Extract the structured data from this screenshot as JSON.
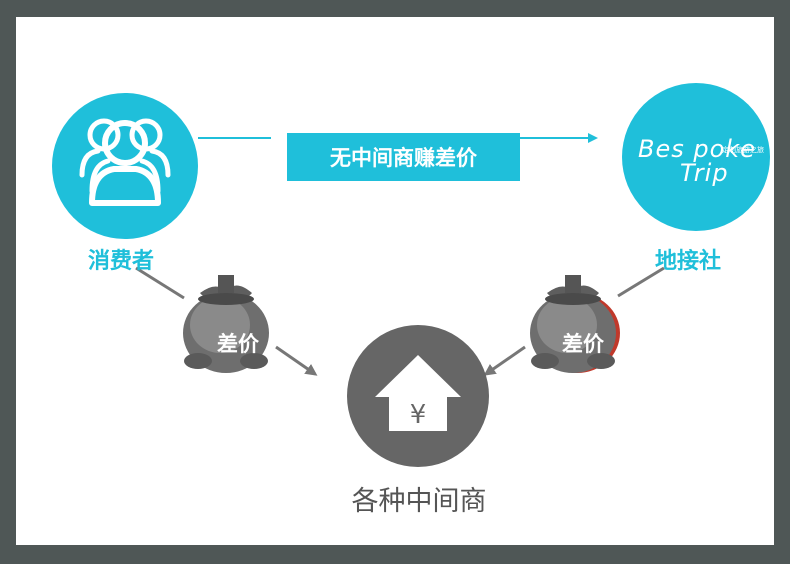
{
  "consumer": {
    "label": "消费者",
    "icon": "users-icon"
  },
  "agency": {
    "label": "地接社",
    "brand_line1": "Bes poke",
    "brand_line2": "Trip",
    "brand_sub": "定制旅游之旅"
  },
  "banner": {
    "text": "无中间商赚差价"
  },
  "middleman": {
    "label": "各种中间商",
    "icon": "house-yen-icon",
    "symbol": "¥"
  },
  "money_bags": [
    {
      "label": "差价"
    },
    {
      "label": "差价"
    }
  ],
  "colors": {
    "accent": "#1fbfda",
    "middleman_circle": "#666666",
    "frame": "#4f5756",
    "arrow": "#777777"
  }
}
